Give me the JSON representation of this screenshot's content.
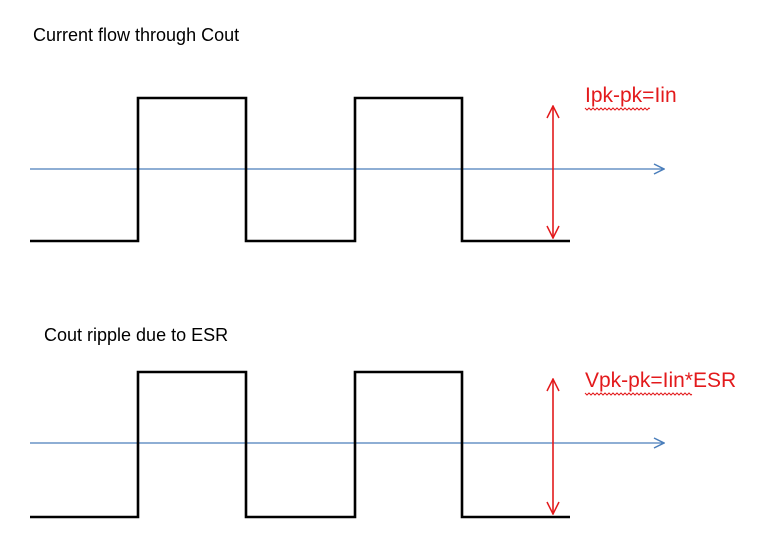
{
  "colors": {
    "waveform": "#000000",
    "axis": "#4a7ebb",
    "annotation": "#e31a1c",
    "spellcheck": "#e31a1c"
  },
  "top_panel": {
    "title": "Current flow through Cout",
    "annotation": "Ipk-pk=Iin"
  },
  "bottom_panel": {
    "title": "Cout ripple due to ESR",
    "annotation": "Vpk-pk=Iin*ESR"
  }
}
